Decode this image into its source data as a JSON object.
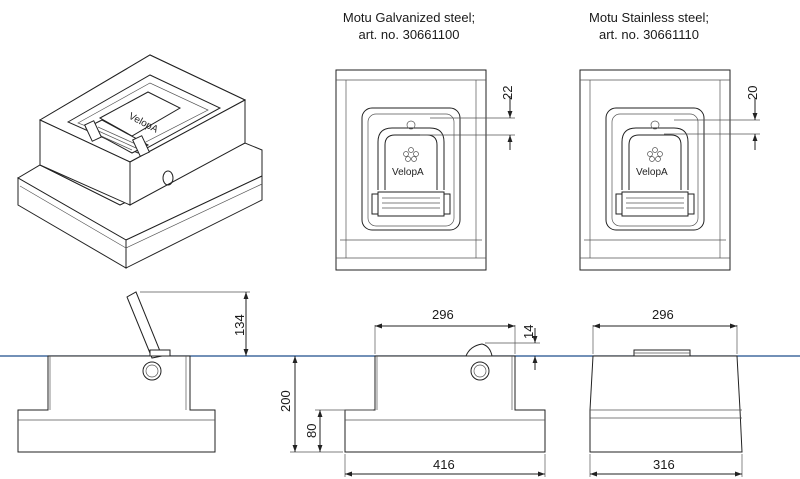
{
  "views": {
    "galvanized": {
      "title_line1": "Motu Galvanized steel;",
      "title_line2": "art. no. 30661100",
      "clearance": "22"
    },
    "stainless": {
      "title_line1": "Motu Stainless steel;",
      "title_line2": "art. no. 30661110",
      "clearance": "20"
    }
  },
  "brand": "VelopA",
  "dimensions": {
    "handle_height": "134",
    "total_height": "200",
    "base_height": "80",
    "top_width_front": "296",
    "protrusion": "14",
    "bottom_width_front": "416",
    "top_width_side": "296",
    "bottom_width_side": "316"
  },
  "colors": {
    "line": "#222222",
    "ground_line": "#1f4e8c"
  }
}
